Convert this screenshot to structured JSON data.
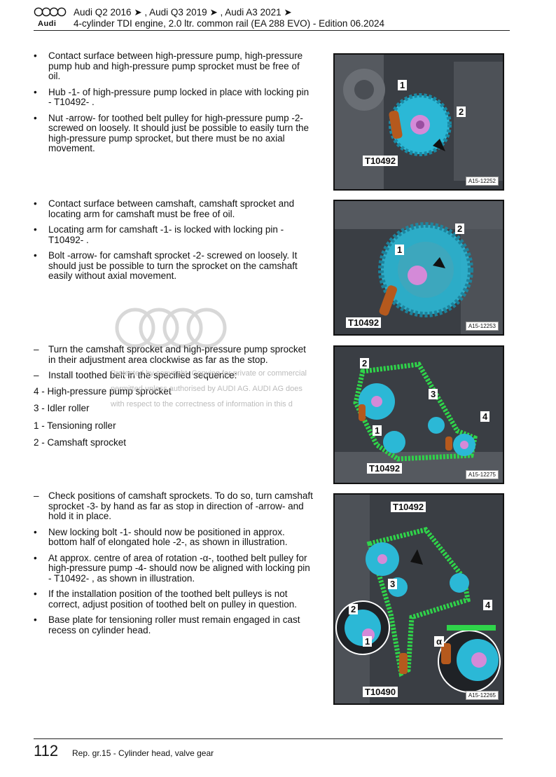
{
  "header": {
    "brand": "Audi",
    "line1": "Audi Q2 2016 ➤ , Audi Q3 2019 ➤ , Audi A3 2021 ➤",
    "line2": "4-cylinder TDI engine, 2.0 ltr. common rail (EA 288 EVO) - Edition 06.2024"
  },
  "section1": [
    {
      "mark": "•",
      "text": "Contact surface between high-pressure pump, high-pressure pump hub and high-pressure pump sprocket must be free of oil."
    },
    {
      "mark": "•",
      "text": "Hub -1- of high-pressure pump locked in place with locking pin - T10492- ."
    },
    {
      "mark": "•",
      "text": "Nut -arrow- for toothed belt pulley for high-pressure pump -2- screwed on loosely. It should just be possible to easily turn the high-pressure pump sprocket, but there must be no axial movement."
    }
  ],
  "section2": [
    {
      "mark": "•",
      "text": "Contact surface between camshaft, camshaft sprocket and locating arm for camshaft must be free of oil."
    },
    {
      "mark": "•",
      "text": "Locating arm for camshaft -1- is locked with locking pin - T10492- ."
    },
    {
      "mark": "•",
      "text": "Bolt -arrow- for camshaft sprocket -2- screwed on loosely. It should just be possible to turn the sprocket on the camshaft easily without axial movement."
    }
  ],
  "section3": [
    {
      "mark": "–",
      "text": "Turn the camshaft sprocket and high-pressure pump sprocket in their adjustment area clockwise as far as the stop."
    },
    {
      "mark": "–",
      "text": "Install toothed belt in the specified sequence:"
    }
  ],
  "sequence": [
    "4 - High-pressure pump sprocket",
    "3 - Idler roller",
    "1 - Tensioning roller",
    "2 - Camshaft sprocket"
  ],
  "section4": [
    {
      "mark": "–",
      "text": "Check positions of camshaft sprockets. To do so, turn camshaft sprocket -3- by hand as far as stop in direction of -arrow- and hold it in place."
    },
    {
      "mark": "•",
      "text": "New locking bolt -1- should now be positioned in approx. bottom half of elongated hole -2-, as shown in illustration."
    },
    {
      "mark": "•",
      "text": "At approx. centre of area of rotation -α-, toothed belt pulley for high-pressure pump -4- should now be aligned with locking pin - T10492- , as shown in illustration."
    },
    {
      "mark": "•",
      "text": "If the installation position of the toothed belt pulleys is not correct, adjust position of toothed belt on pulley in question."
    },
    {
      "mark": "•",
      "text": "Base plate for tensioning roller must remain engaged in cast recess on cylinder head."
    }
  ],
  "figures": {
    "fig1": {
      "id": "A15-12252",
      "labels": [
        "1",
        "2",
        "T10492"
      ]
    },
    "fig2": {
      "id": "A15-12253",
      "labels": [
        "2",
        "1",
        "T10492"
      ]
    },
    "fig3": {
      "id": "A15-12275",
      "labels": [
        "2",
        "3",
        "4",
        "1",
        "T10492"
      ]
    },
    "fig4": {
      "id": "A15-12265",
      "labels": [
        "T10492",
        "3",
        "2",
        "1",
        "4",
        "α",
        "T10490"
      ]
    }
  },
  "watermark": {
    "line1": "Protected by copyright. Copying for private or commercial",
    "line2": "permitted unless authorised by AUDI AG. AUDI AG does",
    "line3": "with respect to the correctness of information in this d"
  },
  "footer": {
    "page": "112",
    "text": "Rep. gr.15 - Cylinder head, valve gear"
  },
  "colors": {
    "sprocket": "#2bb8d6",
    "belt": "#2fd44a",
    "tool": "#b5591d",
    "bolt": "#d48ad8",
    "engine": "#3a3e44"
  }
}
